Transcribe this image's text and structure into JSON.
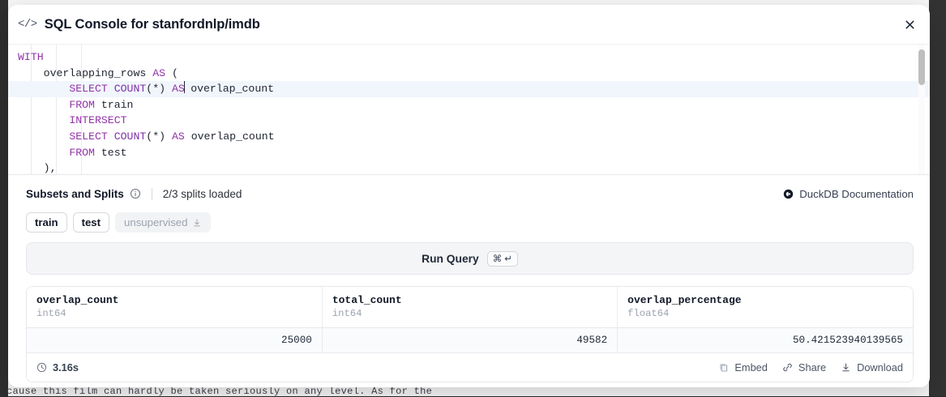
{
  "background": {
    "text_left": "cause this film can hardly be taken seriously on any level. As for the",
    "text_right": ""
  },
  "modal": {
    "header": {
      "code_icon": "code-icon",
      "title": "SQL Console for stanfordnlp/imdb",
      "close_icon": "close-icon"
    },
    "editor": {
      "lines": [
        {
          "indent": 0,
          "tokens": [
            {
              "t": "WITH",
              "c": "kw"
            }
          ],
          "active": false
        },
        {
          "indent": 1,
          "tokens": [
            {
              "t": "overlapping_rows ",
              "c": "plain"
            },
            {
              "t": "AS",
              "c": "kw"
            },
            {
              "t": " (",
              "c": "plain"
            }
          ],
          "active": false
        },
        {
          "indent": 2,
          "tokens": [
            {
              "t": "SELECT",
              "c": "kw"
            },
            {
              "t": " ",
              "c": "plain"
            },
            {
              "t": "COUNT",
              "c": "fn"
            },
            {
              "t": "(*) ",
              "c": "plain"
            },
            {
              "t": "AS",
              "c": "kw"
            },
            {
              "t": "CURSOR",
              "c": "cursor"
            },
            {
              "t": " overlap_count",
              "c": "plain"
            }
          ],
          "active": true
        },
        {
          "indent": 2,
          "tokens": [
            {
              "t": "FROM",
              "c": "kw"
            },
            {
              "t": " train",
              "c": "plain"
            }
          ],
          "active": false
        },
        {
          "indent": 2,
          "tokens": [
            {
              "t": "INTERSECT",
              "c": "kw"
            }
          ],
          "active": false
        },
        {
          "indent": 2,
          "tokens": [
            {
              "t": "SELECT",
              "c": "kw"
            },
            {
              "t": " ",
              "c": "plain"
            },
            {
              "t": "COUNT",
              "c": "fn"
            },
            {
              "t": "(*) ",
              "c": "plain"
            },
            {
              "t": "AS",
              "c": "kw"
            },
            {
              "t": " overlap_count",
              "c": "plain"
            }
          ],
          "active": false
        },
        {
          "indent": 2,
          "tokens": [
            {
              "t": "FROM",
              "c": "kw"
            },
            {
              "t": " test",
              "c": "plain"
            }
          ],
          "active": false
        },
        {
          "indent": 1,
          "tokens": [
            {
              "t": "),",
              "c": "plain"
            }
          ],
          "active": false
        }
      ],
      "scrollbar": "editor-scrollbar"
    },
    "splits": {
      "title": "Subsets and Splits",
      "info_icon": "info-icon",
      "status": "2/3 splits loaded",
      "docs_link": "DuckDB Documentation",
      "chips": [
        {
          "label": "train",
          "muted": false,
          "download": false
        },
        {
          "label": "test",
          "muted": false,
          "download": false
        },
        {
          "label": "unsupervised",
          "muted": true,
          "download": true
        }
      ]
    },
    "run": {
      "label": "Run Query",
      "shortcut_cmd": "⌘",
      "shortcut_enter": "↵"
    },
    "results": {
      "columns": [
        {
          "name": "overlap_count",
          "type": "int64"
        },
        {
          "name": "total_count",
          "type": "int64"
        },
        {
          "name": "overlap_percentage",
          "type": "float64"
        }
      ],
      "rows": [
        [
          "25000",
          "49582",
          "50.421523940139565"
        ]
      ],
      "footer": {
        "timing": "3.16s",
        "actions": [
          {
            "label": "Embed",
            "icon": "copy-icon"
          },
          {
            "label": "Share",
            "icon": "link-icon"
          },
          {
            "label": "Download",
            "icon": "download-icon"
          }
        ]
      }
    }
  },
  "colors": {
    "keyword": "#9333a8",
    "active_line": "#f1f6fd",
    "panel_bg": "#ffffff",
    "page_bg": "#f7f7f8"
  }
}
